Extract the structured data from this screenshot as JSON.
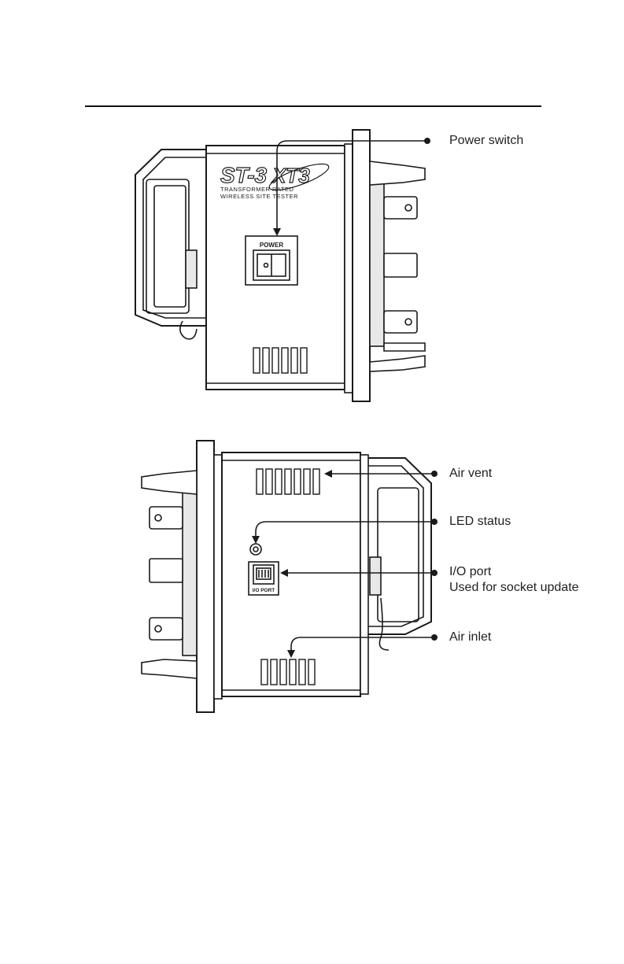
{
  "callouts": {
    "power_switch": "Power switch",
    "air_vent": "Air vent",
    "led_status": "LED status",
    "io_port": "I/O port",
    "io_port_note": "Used for socket update",
    "air_inlet": "Air inlet"
  },
  "device": {
    "brand": "ST-3",
    "model_mark": "XT3",
    "tagline_1": "TRANSFORMER RATED",
    "tagline_2": "WIRELESS SITE TESTER",
    "power_label": "POWER",
    "io_port_label": "I/O PORT"
  },
  "colors": {
    "line": "#1a1a1a",
    "fill": "#ffffff",
    "shade": "#e8e8e8"
  }
}
